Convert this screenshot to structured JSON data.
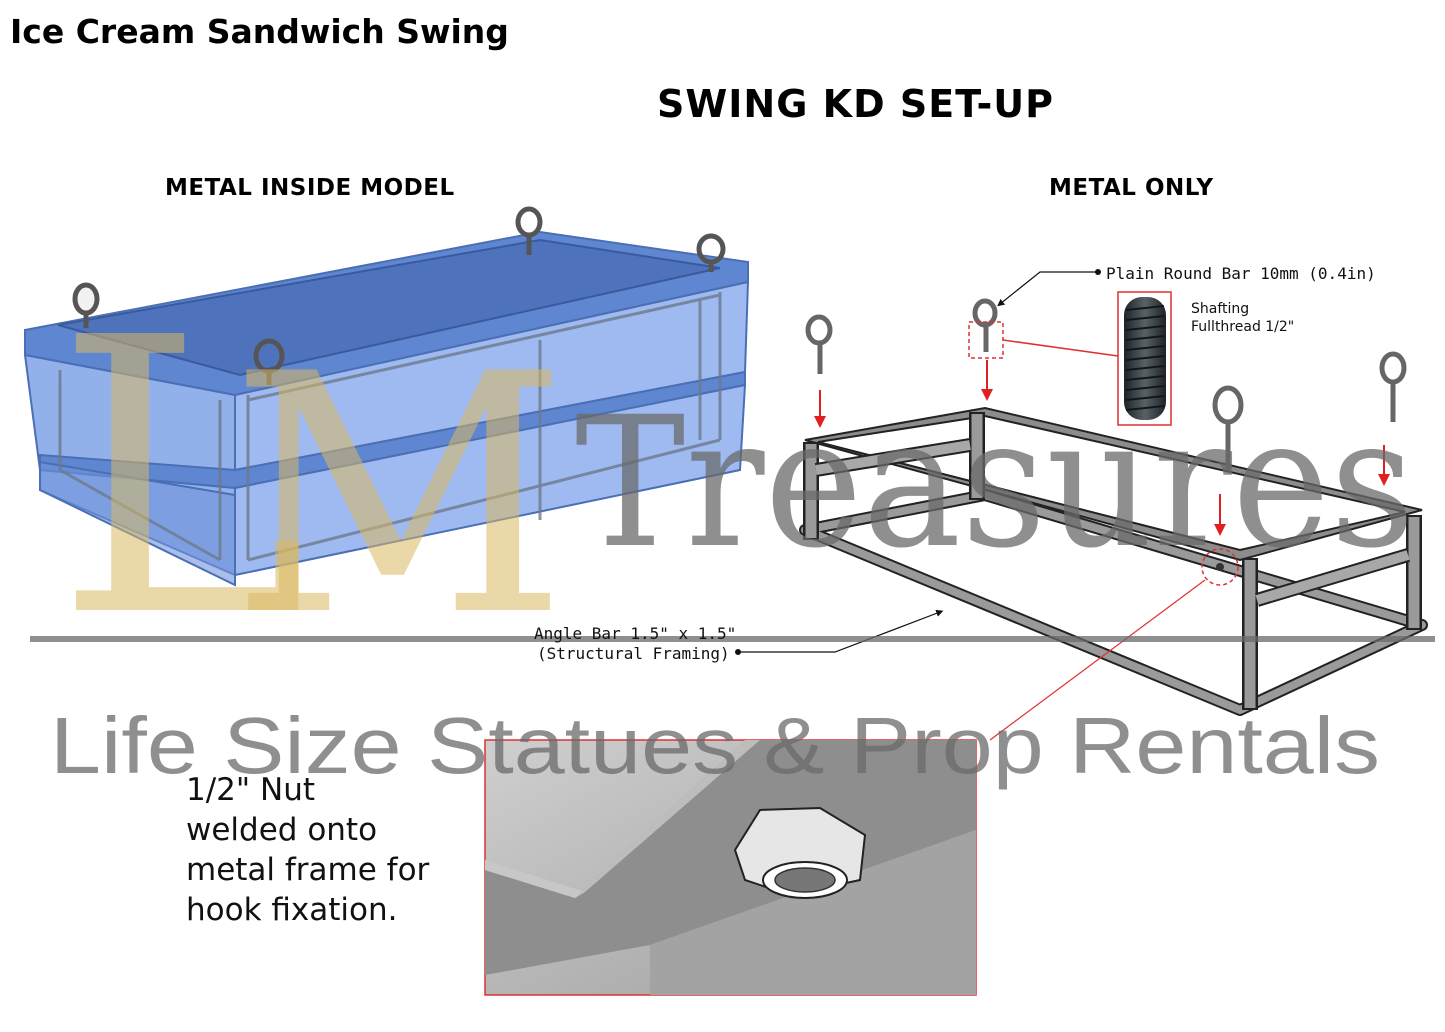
{
  "title": "Ice Cream Sandwich Swing",
  "heading": "SWING KD SET-UP",
  "left_view": {
    "label": "METAL INSIDE MODEL"
  },
  "right_view": {
    "label": "METAL ONLY"
  },
  "callouts": {
    "round_bar": "Plain Round Bar 10mm (0.4in)",
    "shafting_line1": "Shafting",
    "shafting_line2": "Fullthread 1/2\"",
    "angle_bar_line1": "Angle Bar 1.5\" x 1.5\"",
    "angle_bar_line2": "(Structural Framing)"
  },
  "detail_note": {
    "line1": "1/2\" Nut",
    "line2": "welded onto",
    "line3": "metal frame for",
    "line4": "hook fixation."
  },
  "watermark": {
    "monogram_l": "L",
    "monogram_m": "M",
    "brand": "Treasures",
    "tagline": "Life Size Statues & Prop Rentals"
  },
  "colors": {
    "model_blue": "#6f95dc",
    "steel_gray": "#9a9a9a",
    "callout_red": "#e03030",
    "watermark_gold": "#d9b860",
    "watermark_gray": "#6a6a6a"
  }
}
